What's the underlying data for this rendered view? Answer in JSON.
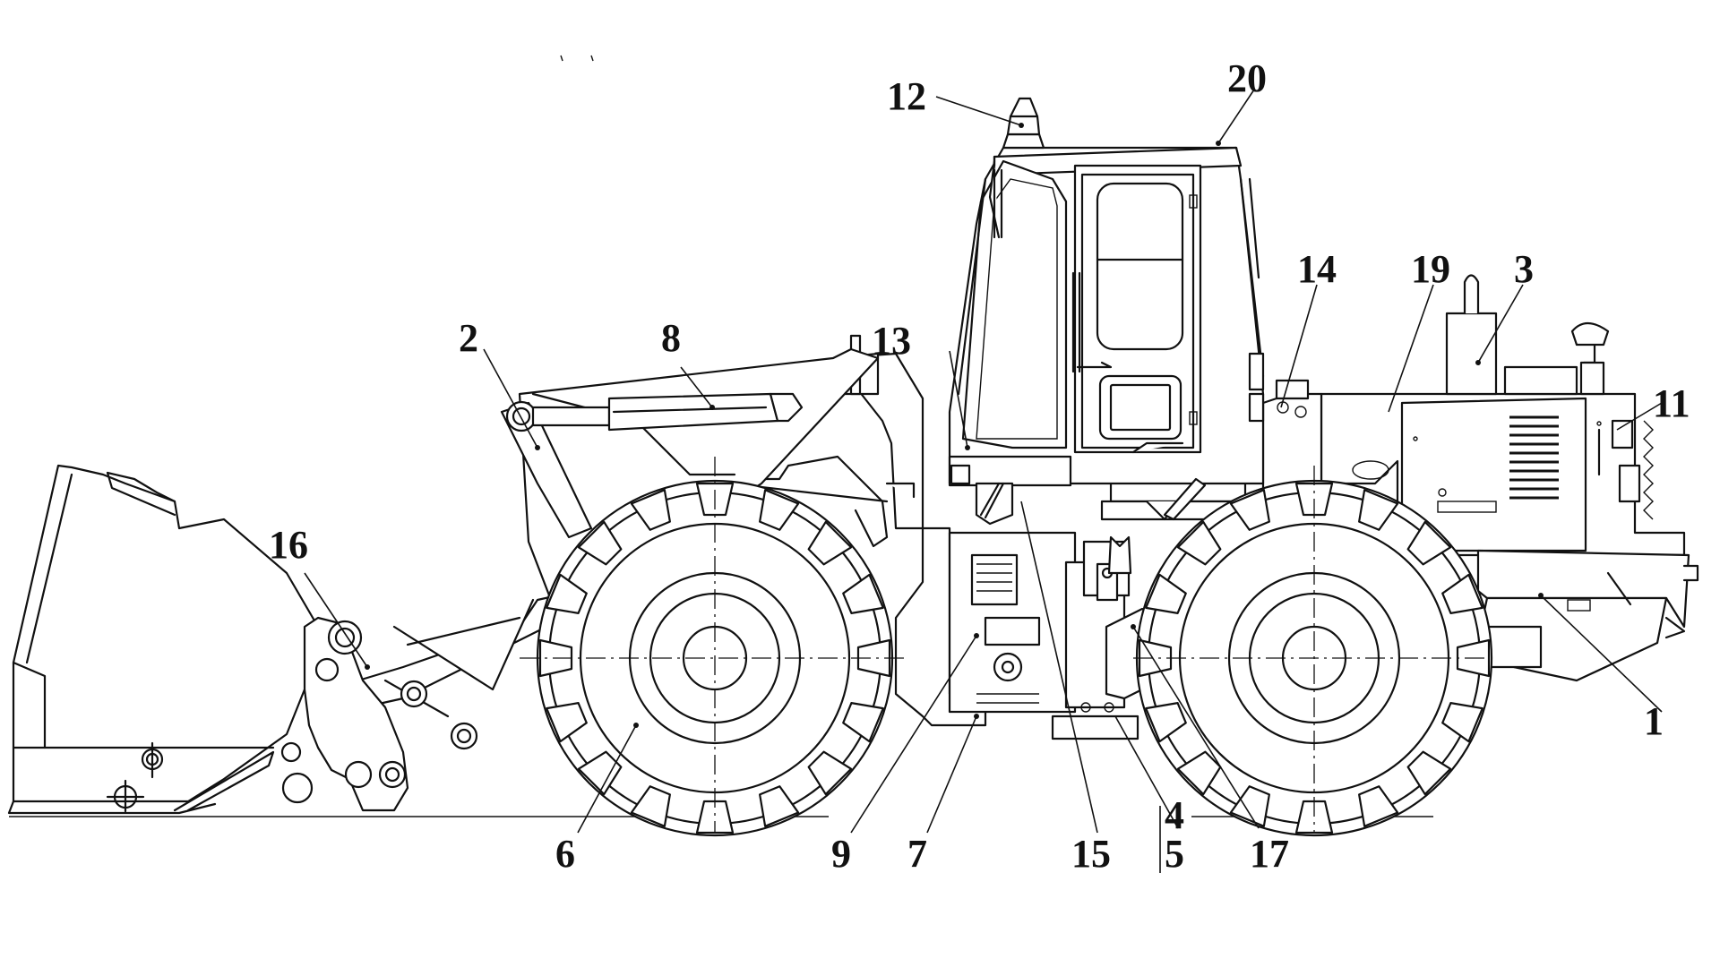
{
  "diagram": {
    "colors": {
      "ink": "#111111",
      "background": "#ffffff"
    },
    "callouts": [
      {
        "id": "1",
        "label": "1"
      },
      {
        "id": "2",
        "label": "2"
      },
      {
        "id": "3",
        "label": "3"
      },
      {
        "id": "4",
        "label": "4"
      },
      {
        "id": "5",
        "label": "5"
      },
      {
        "id": "6",
        "label": "6"
      },
      {
        "id": "7",
        "label": "7"
      },
      {
        "id": "8",
        "label": "8"
      },
      {
        "id": "9",
        "label": "9"
      },
      {
        "id": "11",
        "label": "11"
      },
      {
        "id": "12",
        "label": "12"
      },
      {
        "id": "13",
        "label": "13"
      },
      {
        "id": "14",
        "label": "14"
      },
      {
        "id": "15",
        "label": "15"
      },
      {
        "id": "16",
        "label": "16"
      },
      {
        "id": "17",
        "label": "17"
      },
      {
        "id": "19",
        "label": "19"
      },
      {
        "id": "20",
        "label": "20"
      }
    ]
  }
}
